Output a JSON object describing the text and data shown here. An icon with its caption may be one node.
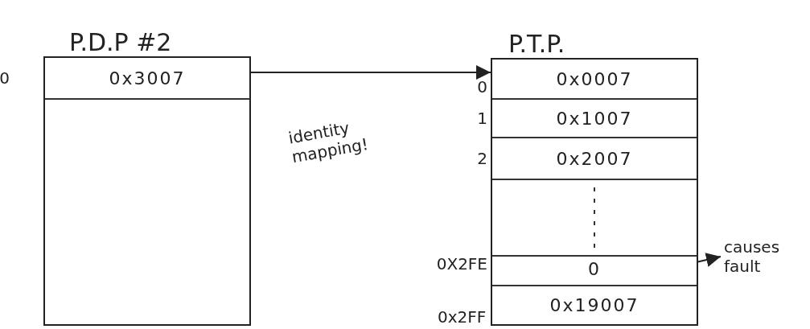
{
  "diagram": {
    "nodes": [
      {
        "text": [
          "P.D.P #2"
        ]
      },
      {
        "text": [
          "0x3007"
        ],
        "in": 0,
        "beside": [
          "0"
        ]
      },
      {
        "text": [
          "P.T.P."
        ]
      },
      {
        "text": [
          "0x0007"
        ],
        "in": 2,
        "beside": [
          "0"
        ]
      },
      {
        "text": [
          "0x1007"
        ],
        "in": 2,
        "beside": [
          "1"
        ]
      },
      {
        "text": [
          "0x2007"
        ],
        "in": 2,
        "beside": [
          "2"
        ]
      },
      {
        "text": [],
        "shape": "box",
        "in": 2
      },
      {
        "text": [
          "0"
        ],
        "in": 2,
        "beside": [
          "0X2FE"
        ]
      },
      {
        "text": [
          "0x19007"
        ],
        "in": 2
      },
      {
        "text": [
          "causes fault"
        ]
      }
    ],
    "edges": [
      {
        "from": 1,
        "to": 3,
        "arrow": "to"
      },
      {
        "from": 7,
        "to": 9,
        "arrow": "to"
      }
    ],
    "labels": [
      "identity mapping!",
      "0x2FF"
    ]
  }
}
